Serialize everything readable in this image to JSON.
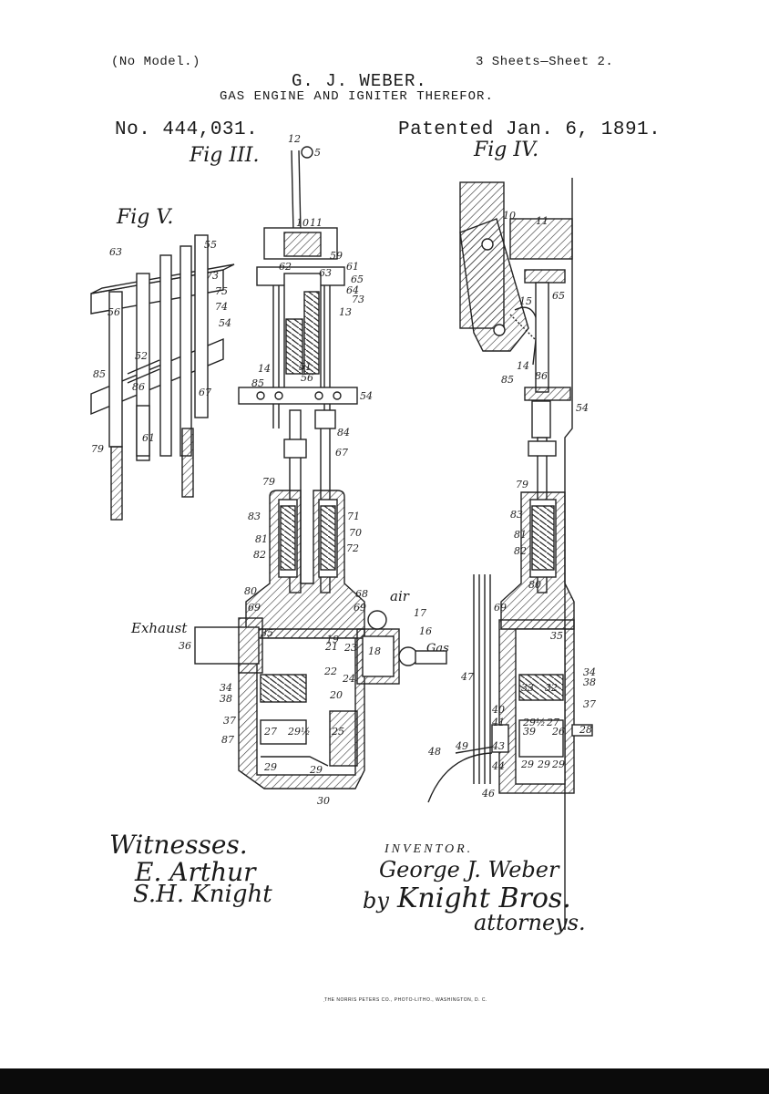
{
  "header": {
    "no_model": "(No Model.)",
    "sheets": "3 Sheets—Sheet 2.",
    "inventor_name": "G. J. WEBER.",
    "title": "GAS ENGINE AND IGNITER THEREFOR.",
    "patent_number": "No. 444,031.",
    "patent_date": "Patented Jan. 6, 1891."
  },
  "figures": {
    "fig3": "Fig III.",
    "fig4": "Fig IV.",
    "fig5": "Fig V.",
    "exhaust": "Exhaust",
    "air": "air",
    "gas": "Gas"
  },
  "footer": {
    "witnesses_label": "Witnesses.",
    "witness1": "E. Arthur",
    "witness2": "S.H. Knight",
    "inventor_label": "INVENTOR.",
    "inventor_signature": "George J. Weber",
    "by": "by",
    "attorneys_name": "Knight Bros.",
    "attorneys_label": "attorneys.",
    "printer": "THE NORRIS PETERS CO., PHOTO-LITHO., WASHINGTON, D. C."
  }
}
